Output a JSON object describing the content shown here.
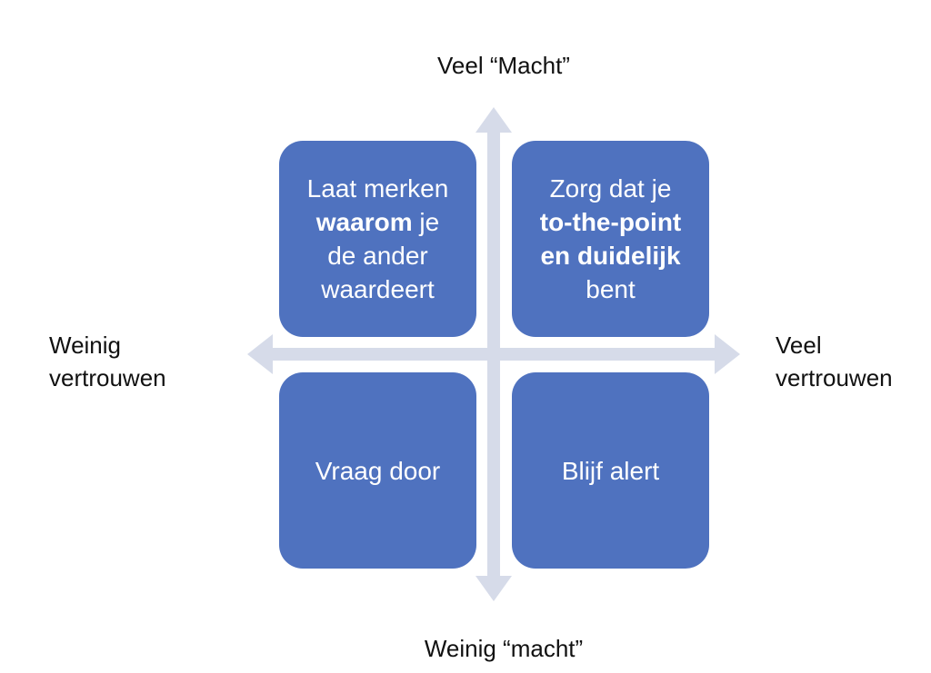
{
  "axes": {
    "top": "Veel “Macht”",
    "bottom": "Weinig “macht”",
    "left": [
      "Weinig",
      "vertrouwen"
    ],
    "right": [
      "Veel",
      "vertrouwen"
    ]
  },
  "quadrants": {
    "top_left": {
      "lines": [
        [
          {
            "text": "Laat merken",
            "bold": false
          }
        ],
        [
          {
            "text": "waarom",
            "bold": true
          },
          {
            "text": " je",
            "bold": false
          }
        ],
        [
          {
            "text": "de ander",
            "bold": false
          }
        ],
        [
          {
            "text": "waardeert",
            "bold": false
          }
        ]
      ]
    },
    "top_right": {
      "lines": [
        [
          {
            "text": "Zorg dat je",
            "bold": false
          }
        ],
        [
          {
            "text": "to-the-point",
            "bold": true
          }
        ],
        [
          {
            "text": "en duidelijk",
            "bold": true
          }
        ],
        [
          {
            "text": "bent",
            "bold": false
          }
        ]
      ]
    },
    "bottom_left": {
      "lines": [
        [
          {
            "text": "Vraag door",
            "bold": false
          }
        ]
      ]
    },
    "bottom_right": {
      "lines": [
        [
          {
            "text": "Blijf alert",
            "bold": false
          }
        ]
      ]
    }
  },
  "colors": {
    "box_fill": "#4f72bf",
    "axis_arrow": "#d6dbe9",
    "box_text": "#ffffff",
    "label_text": "#111111"
  }
}
